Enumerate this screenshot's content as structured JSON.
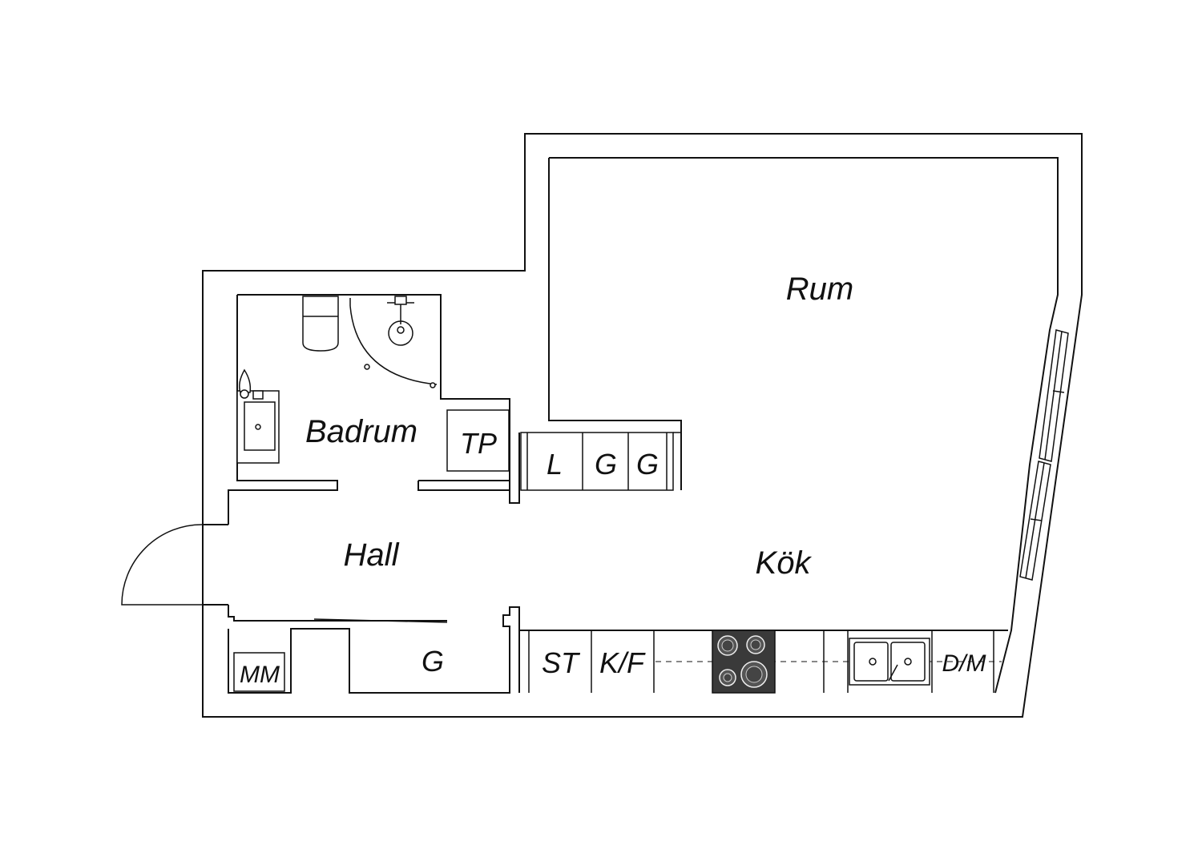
{
  "rooms": {
    "rum": "Rum",
    "badrum": "Badrum",
    "hall": "Hall",
    "kok": "Kök"
  },
  "fixtures": {
    "tp": "TP",
    "linen_cabinet": "L",
    "wardrobe_1": "G",
    "wardrobe_2": "G",
    "hall_wardrobe": "G",
    "mm": "MM",
    "st": "ST",
    "kf": "K/F",
    "dm": "D/M"
  },
  "colors": {
    "line": "#111111",
    "cooktop": "#3a3a3a",
    "background": "#ffffff"
  }
}
